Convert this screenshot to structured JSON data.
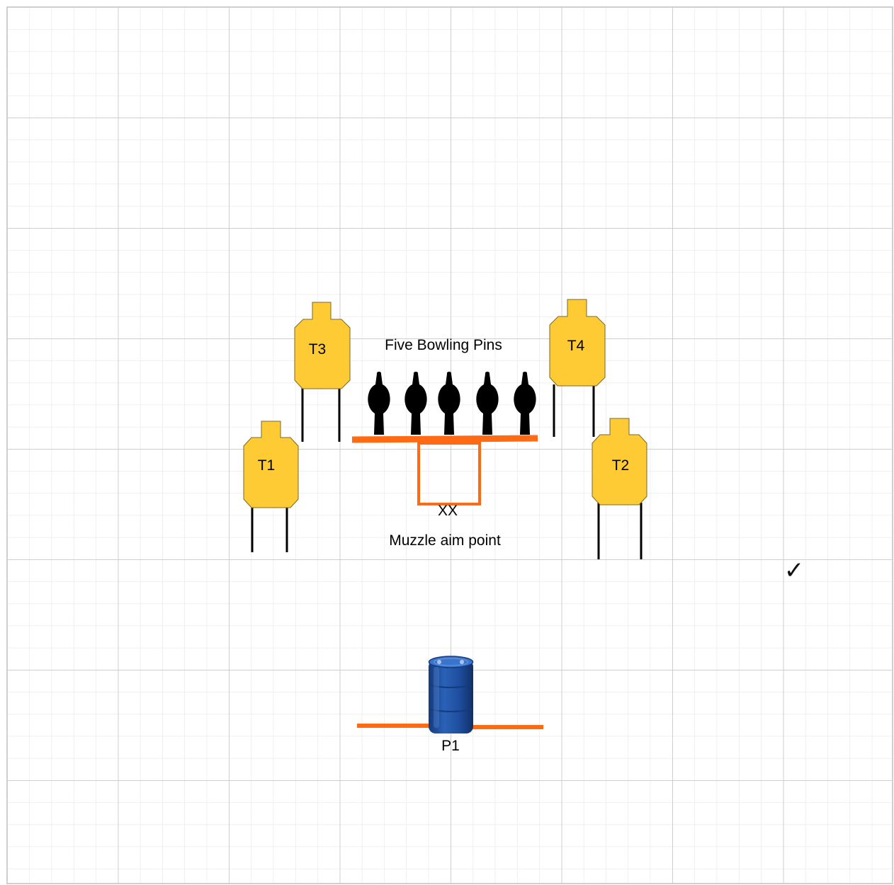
{
  "diagram": {
    "targets": [
      {
        "id": "t3",
        "label": "T3"
      },
      {
        "id": "t4",
        "label": "T4"
      },
      {
        "id": "t1",
        "label": "T1"
      },
      {
        "id": "t2",
        "label": "T2"
      }
    ],
    "pins_label": "Five Bowling Pins",
    "pin_count": 5,
    "aim_box_label": "XX",
    "aim_caption": "Muzzle aim point",
    "barrel_label": "P1",
    "check_mark": "✓",
    "colors": {
      "target_fill": "#fecb34",
      "target_stroke": "#7a6a2a",
      "fault_line": "#ff6a13",
      "pin": "#000000",
      "barrel": "#1e4d9c",
      "grid_minor": "#e6e6e6",
      "grid_major": "#cfcfcf"
    }
  }
}
